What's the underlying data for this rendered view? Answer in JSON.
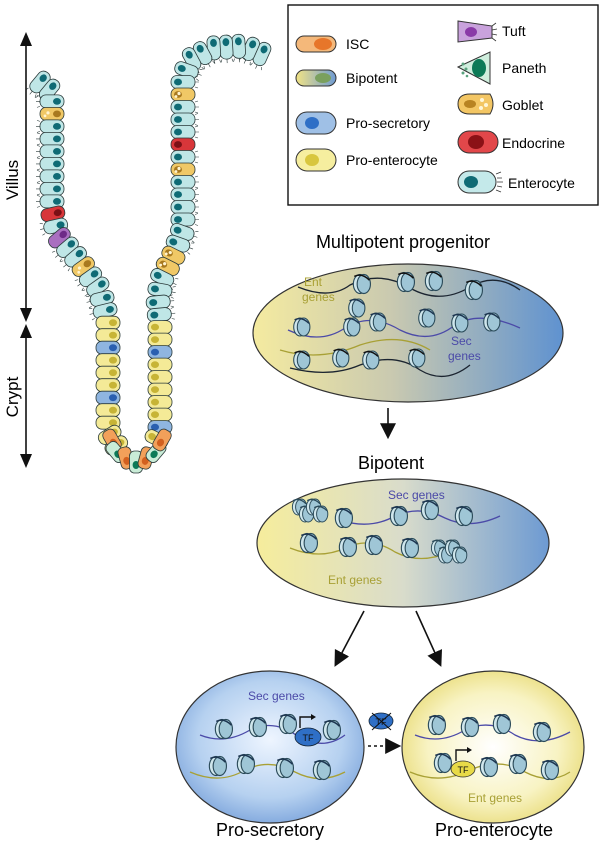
{
  "legend": {
    "items": [
      {
        "label": "ISC",
        "icon": "isc-cell-icon"
      },
      {
        "label": "Bipotent",
        "icon": "bipotent-cell-icon"
      },
      {
        "label": "Pro-secretory",
        "icon": "pro-secretory-cell-icon"
      },
      {
        "label": "Pro-enterocyte",
        "icon": "pro-enterocyte-cell-icon"
      },
      {
        "label": "Tuft",
        "icon": "tuft-cell-icon"
      },
      {
        "label": "Paneth",
        "icon": "paneth-cell-icon"
      },
      {
        "label": "Goblet",
        "icon": "goblet-cell-icon"
      },
      {
        "label": "Endocrine",
        "icon": "endocrine-cell-icon"
      },
      {
        "label": "Enterocyte",
        "icon": "enterocyte-cell-icon"
      }
    ]
  },
  "axis": {
    "villus": "Villus",
    "crypt": "Crypt"
  },
  "stages": {
    "multipotent": {
      "title": "Multipotent progenitor",
      "ent": "Ent genes",
      "sec": "Sec genes"
    },
    "bipotent": {
      "title": "Bipotent",
      "sec": "Sec genes",
      "ent": "Ent genes"
    },
    "prosecretory": {
      "title": "Pro-secretory",
      "sec": "Sec genes",
      "tf": "TF"
    },
    "proenterocyte": {
      "title": "Pro-enterocyte",
      "ent": "Ent genes",
      "tf": "TF",
      "blocked_tf": "TF"
    }
  },
  "colors": {
    "enterocyte": "#bfe6e6",
    "nucleus": "#0f6b75",
    "isc": "#f2a05a",
    "goblet": "#f0c866",
    "endocrine": "#d8363a",
    "tuft": "#a96fc0",
    "paneth": "#c9ecd7",
    "pro_enterocyte": "#f4ea97",
    "pro_secretory": "#8fb5e0",
    "yellow_zone": "#f6ee9c",
    "blue_zone": "#6f9bd3",
    "sec_text": "#4b4aa8",
    "ent_text": "#a8a035"
  }
}
